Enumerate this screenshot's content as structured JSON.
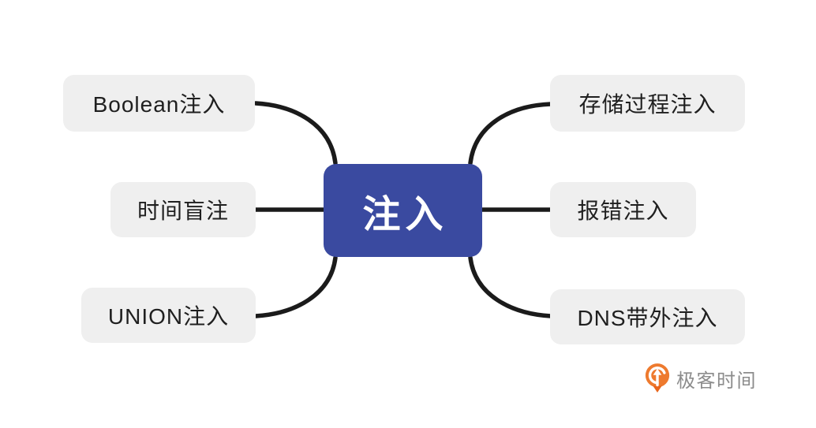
{
  "diagram": {
    "title_node": {
      "label": "注入"
    },
    "left_nodes": [
      {
        "label": "Boolean注入"
      },
      {
        "label": "时间盲注"
      },
      {
        "label": "UNION注入"
      }
    ],
    "right_nodes": [
      {
        "label": "存储过程注入"
      },
      {
        "label": "报错注入"
      },
      {
        "label": "DNS带外注入"
      }
    ],
    "colors": {
      "background": "#ffffff",
      "center_node_bg": "#3a4aa0",
      "center_node_text": "#ffffff",
      "branch_node_bg": "#efefef",
      "branch_node_text": "#1f1f1f",
      "connector_line": "#1b1b1b"
    }
  },
  "watermark": {
    "brand": "极客时间",
    "icon": "geektime-logo-icon",
    "icon_color": "#ee7a2e",
    "text_color": "#8c8c8c"
  }
}
